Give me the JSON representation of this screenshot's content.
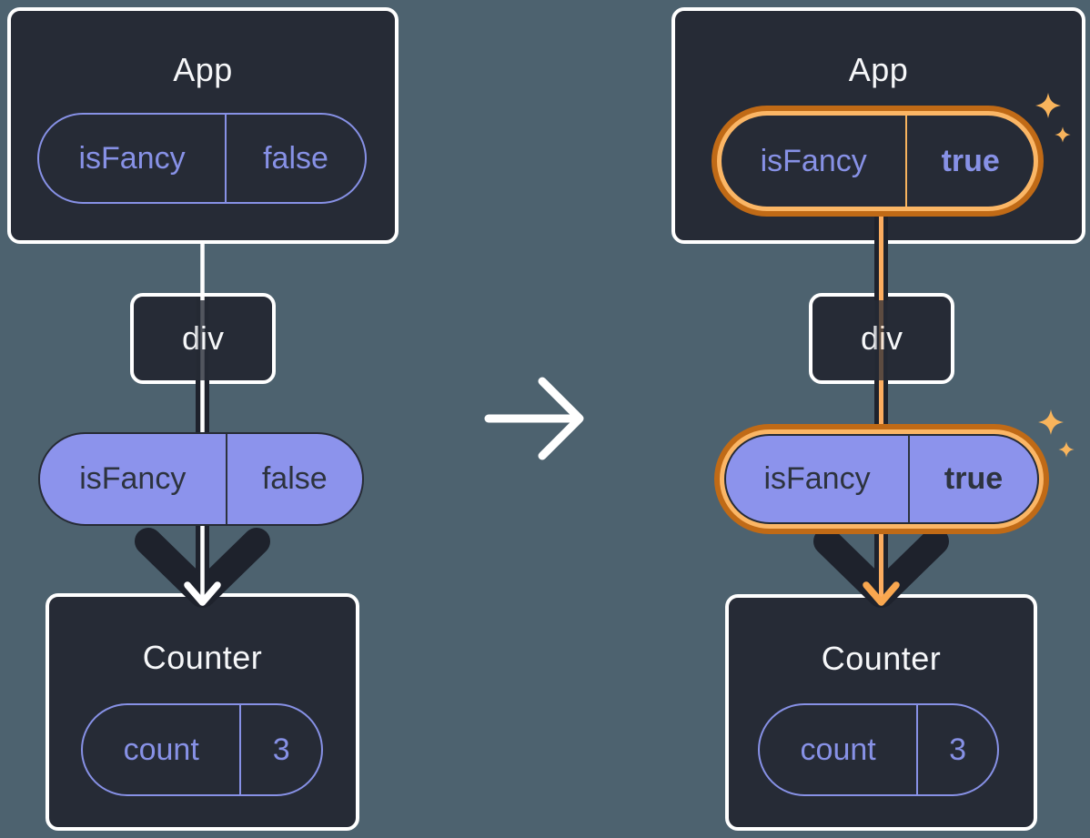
{
  "page": {
    "background_color": "#4D626F",
    "card_color": "#262B36"
  },
  "colors": {
    "purple_accent": "#8791E6",
    "purple_fill": "#8C93EC",
    "orange_ring_outer": "#C06A16",
    "orange_ring_inner": "#FBB665",
    "orange_line": "#FBAC5F",
    "dark_arrow": "#1E222C",
    "white": "#FFFFFF"
  },
  "transition": {
    "arrow_icon": "arrow-right"
  },
  "sparkle_icon": "sparkle",
  "before": {
    "app": {
      "title": "App",
      "prop": {
        "name": "isFancy",
        "value": "false"
      }
    },
    "container": {
      "title": "div"
    },
    "passed_prop": {
      "name": "isFancy",
      "value": "false"
    },
    "counter": {
      "title": "Counter",
      "state": {
        "name": "count",
        "value": "3"
      }
    }
  },
  "after": {
    "app": {
      "title": "App",
      "prop": {
        "name": "isFancy",
        "value": "true"
      }
    },
    "container": {
      "title": "div"
    },
    "passed_prop": {
      "name": "isFancy",
      "value": "true"
    },
    "counter": {
      "title": "Counter",
      "state": {
        "name": "count",
        "value": "3"
      }
    }
  }
}
